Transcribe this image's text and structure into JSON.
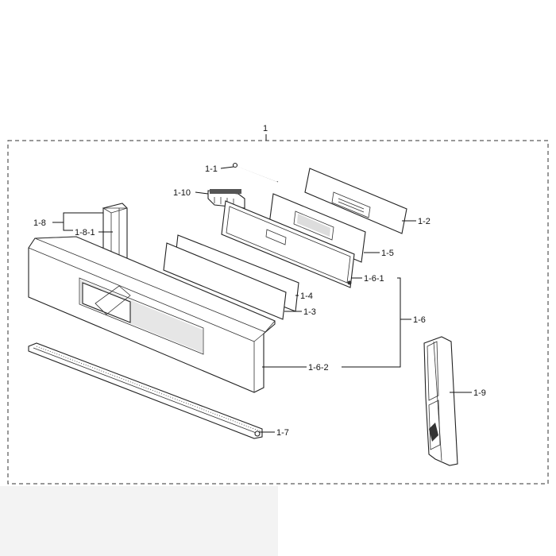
{
  "diagram": {
    "assembly_label": "1",
    "callouts": {
      "c1_1": "1-1",
      "c1_10": "1-10",
      "c1_2": "1-2",
      "c1_5": "1-5",
      "c1_6_1": "1-6-1",
      "c1_6": "1-6",
      "c1_4": "1-4",
      "c1_3": "1-3",
      "c1_6_2": "1-6-2",
      "c1_8": "1-8",
      "c1_8_1": "1-8-1",
      "c1_9": "1-9",
      "c1_7": "1-7"
    }
  }
}
